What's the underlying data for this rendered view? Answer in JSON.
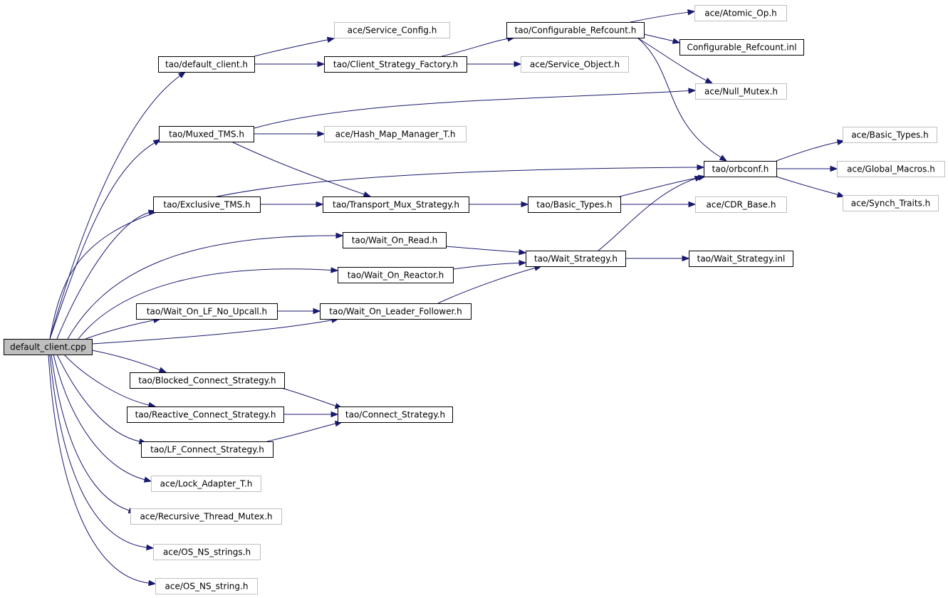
{
  "colors": {
    "edge": "#191970",
    "node_border_documented": "#000000",
    "node_border_external": "#bfbfbf",
    "root_fill": "#bfbfbf",
    "background": "#ffffff"
  },
  "graph": {
    "nodes": [
      {
        "id": "root",
        "label": "default_client.cpp",
        "kind": "root"
      },
      {
        "id": "default_client",
        "label": "tao/default_client.h",
        "kind": "documented"
      },
      {
        "id": "service_config",
        "label": "ace/Service_Config.h",
        "kind": "external"
      },
      {
        "id": "client_strategy_factory",
        "label": "tao/Client_Strategy_Factory.h",
        "kind": "documented"
      },
      {
        "id": "configurable_refcount",
        "label": "tao/Configurable_Refcount.h",
        "kind": "documented"
      },
      {
        "id": "atomic_op",
        "label": "ace/Atomic_Op.h",
        "kind": "external"
      },
      {
        "id": "configurable_refcount_inl",
        "label": "Configurable_Refcount.inl",
        "kind": "documented"
      },
      {
        "id": "service_object",
        "label": "ace/Service_Object.h",
        "kind": "external"
      },
      {
        "id": "null_mutex",
        "label": "ace/Null_Mutex.h",
        "kind": "external"
      },
      {
        "id": "muxed_tms",
        "label": "tao/Muxed_TMS.h",
        "kind": "documented"
      },
      {
        "id": "hash_map_manager",
        "label": "ace/Hash_Map_Manager_T.h",
        "kind": "external"
      },
      {
        "id": "ace_basic_types",
        "label": "ace/Basic_Types.h",
        "kind": "external"
      },
      {
        "id": "orbconf",
        "label": "tao/orbconf.h",
        "kind": "documented"
      },
      {
        "id": "global_macros",
        "label": "ace/Global_Macros.h",
        "kind": "external"
      },
      {
        "id": "synch_traits",
        "label": "ace/Synch_Traits.h",
        "kind": "external"
      },
      {
        "id": "exclusive_tms",
        "label": "tao/Exclusive_TMS.h",
        "kind": "documented"
      },
      {
        "id": "transport_mux_strategy",
        "label": "tao/Transport_Mux_Strategy.h",
        "kind": "documented"
      },
      {
        "id": "tao_basic_types",
        "label": "tao/Basic_Types.h",
        "kind": "documented"
      },
      {
        "id": "cdr_base",
        "label": "ace/CDR_Base.h",
        "kind": "external"
      },
      {
        "id": "wait_on_read",
        "label": "tao/Wait_On_Read.h",
        "kind": "documented"
      },
      {
        "id": "wait_strategy",
        "label": "tao/Wait_Strategy.h",
        "kind": "documented"
      },
      {
        "id": "wait_strategy_inl",
        "label": "tao/Wait_Strategy.inl",
        "kind": "documented"
      },
      {
        "id": "wait_on_reactor",
        "label": "tao/Wait_On_Reactor.h",
        "kind": "documented"
      },
      {
        "id": "wait_on_lf_no_upcall",
        "label": "tao/Wait_On_LF_No_Upcall.h",
        "kind": "documented"
      },
      {
        "id": "wait_on_leader_follower",
        "label": "tao/Wait_On_Leader_Follower.h",
        "kind": "documented"
      },
      {
        "id": "blocked_connect_strategy",
        "label": "tao/Blocked_Connect_Strategy.h",
        "kind": "documented"
      },
      {
        "id": "reactive_connect_strategy",
        "label": "tao/Reactive_Connect_Strategy.h",
        "kind": "documented"
      },
      {
        "id": "connect_strategy",
        "label": "tao/Connect_Strategy.h",
        "kind": "documented"
      },
      {
        "id": "lf_connect_strategy",
        "label": "tao/LF_Connect_Strategy.h",
        "kind": "documented"
      },
      {
        "id": "lock_adapter",
        "label": "ace/Lock_Adapter_T.h",
        "kind": "external"
      },
      {
        "id": "recursive_thread_mutex",
        "label": "ace/Recursive_Thread_Mutex.h",
        "kind": "external"
      },
      {
        "id": "os_ns_strings",
        "label": "ace/OS_NS_strings.h",
        "kind": "external"
      },
      {
        "id": "os_ns_string",
        "label": "ace/OS_NS_string.h",
        "kind": "external"
      }
    ],
    "edges": [
      {
        "from": "root",
        "to": "default_client"
      },
      {
        "from": "root",
        "to": "muxed_tms"
      },
      {
        "from": "root",
        "to": "orbconf"
      },
      {
        "from": "root",
        "to": "exclusive_tms"
      },
      {
        "from": "root",
        "to": "wait_on_read"
      },
      {
        "from": "root",
        "to": "wait_on_reactor"
      },
      {
        "from": "root",
        "to": "wait_on_lf_no_upcall"
      },
      {
        "from": "root",
        "to": "wait_on_leader_follower"
      },
      {
        "from": "root",
        "to": "blocked_connect_strategy"
      },
      {
        "from": "root",
        "to": "reactive_connect_strategy"
      },
      {
        "from": "root",
        "to": "lf_connect_strategy"
      },
      {
        "from": "root",
        "to": "lock_adapter"
      },
      {
        "from": "root",
        "to": "recursive_thread_mutex"
      },
      {
        "from": "root",
        "to": "os_ns_strings"
      },
      {
        "from": "root",
        "to": "os_ns_string"
      },
      {
        "from": "default_client",
        "to": "service_config"
      },
      {
        "from": "default_client",
        "to": "client_strategy_factory"
      },
      {
        "from": "client_strategy_factory",
        "to": "configurable_refcount"
      },
      {
        "from": "client_strategy_factory",
        "to": "service_object"
      },
      {
        "from": "configurable_refcount",
        "to": "atomic_op"
      },
      {
        "from": "configurable_refcount",
        "to": "configurable_refcount_inl"
      },
      {
        "from": "configurable_refcount",
        "to": "null_mutex"
      },
      {
        "from": "configurable_refcount",
        "to": "orbconf"
      },
      {
        "from": "muxed_tms",
        "to": "null_mutex"
      },
      {
        "from": "muxed_tms",
        "to": "hash_map_manager"
      },
      {
        "from": "muxed_tms",
        "to": "transport_mux_strategy"
      },
      {
        "from": "exclusive_tms",
        "to": "transport_mux_strategy"
      },
      {
        "from": "transport_mux_strategy",
        "to": "tao_basic_types"
      },
      {
        "from": "tao_basic_types",
        "to": "orbconf"
      },
      {
        "from": "tao_basic_types",
        "to": "cdr_base"
      },
      {
        "from": "orbconf",
        "to": "ace_basic_types"
      },
      {
        "from": "orbconf",
        "to": "global_macros"
      },
      {
        "from": "orbconf",
        "to": "synch_traits"
      },
      {
        "from": "wait_on_read",
        "to": "wait_strategy"
      },
      {
        "from": "wait_on_reactor",
        "to": "wait_strategy"
      },
      {
        "from": "wait_on_lf_no_upcall",
        "to": "wait_on_leader_follower"
      },
      {
        "from": "wait_on_leader_follower",
        "to": "wait_strategy"
      },
      {
        "from": "wait_strategy",
        "to": "orbconf"
      },
      {
        "from": "wait_strategy",
        "to": "wait_strategy_inl"
      },
      {
        "from": "blocked_connect_strategy",
        "to": "connect_strategy"
      },
      {
        "from": "reactive_connect_strategy",
        "to": "connect_strategy"
      },
      {
        "from": "lf_connect_strategy",
        "to": "connect_strategy"
      }
    ]
  }
}
